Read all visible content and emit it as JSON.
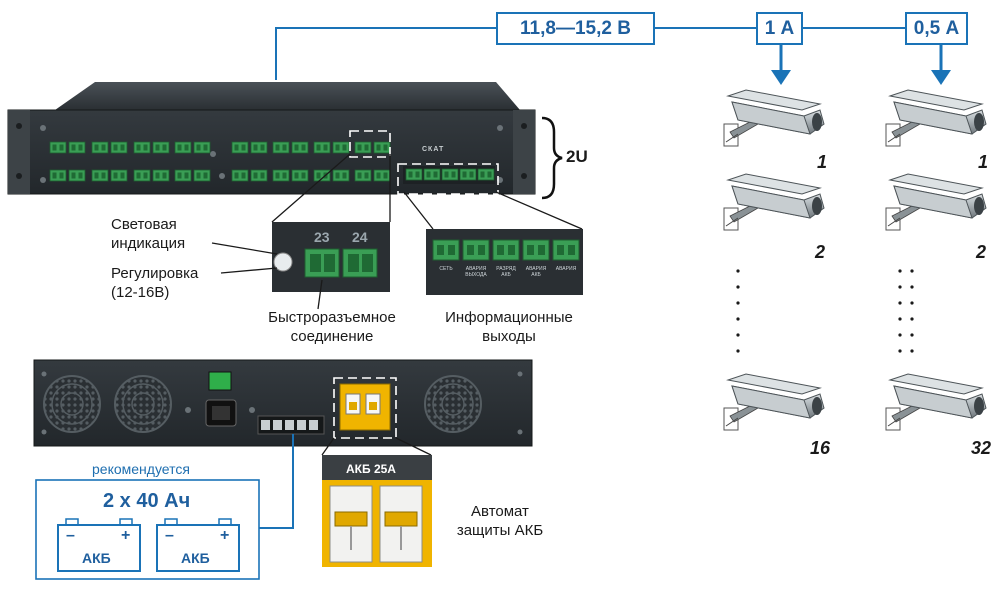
{
  "voltage_label": "11,8—15,2 В",
  "current_branch_1": "1 А",
  "current_branch_2": "0,5 А",
  "rack_height": "2U",
  "callouts": {
    "light_indication": "Световая индикация",
    "adjustment": "Регулировка (12-16В)",
    "quick_connect": "Быстроразъемное соединение",
    "info_outputs": "Информационные выходы",
    "breaker": "Автомат защиты АКБ"
  },
  "zoom_terminal_numbers": [
    "23",
    "24"
  ],
  "info_output_labels": [
    "СЕТЬ",
    "АВАРИЯ ВЫХОДА",
    "РАЗРЯД АКБ",
    "АВАРИЯ АКБ",
    "АВАРИЯ"
  ],
  "front_panel_brand": "СКАТ",
  "battery_section": {
    "recommended": "рекомендуется",
    "capacity": "2 х 40 Ач",
    "battery_label": "АКБ",
    "minus": "–",
    "plus": "+"
  },
  "breaker_label": "АКБ 25А",
  "cameras_branch_1": [
    "1",
    "2",
    "16"
  ],
  "cameras_branch_2": [
    "1",
    "2",
    "32"
  ],
  "colors": {
    "accent_blue": "#1f5f9e",
    "box_border_blue": "#1a73b7",
    "panel_dark": "#2b3034",
    "terminal_green": "#3a9e55",
    "breaker_yellow": "#f0b400"
  }
}
